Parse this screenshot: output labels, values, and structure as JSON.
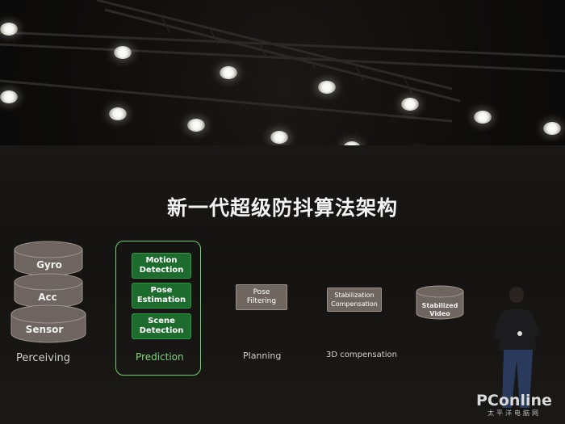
{
  "slide": {
    "title": "新一代超级防抖算法架构",
    "perceiving": {
      "items": [
        "Gyro",
        "Acc",
        "Sensor"
      ],
      "label": "Perceiving"
    },
    "prediction": {
      "items": [
        {
          "line1": "Motion",
          "line2": "Detection"
        },
        {
          "line1": "Pose",
          "line2": "Estimation"
        },
        {
          "line1": "Scene",
          "line2": "Detection"
        }
      ],
      "label": "Prediction"
    },
    "planning": {
      "line1": "Pose",
      "line2": "Filtering",
      "label": "Planning"
    },
    "compensation": {
      "line1": "Stabilization",
      "line2": "Compensation",
      "label": "3D compensation"
    },
    "output": {
      "line1": "Stabilized",
      "line2": "Video"
    }
  },
  "watermark": {
    "brand": "PConline",
    "sub": "太平洋电脑网"
  },
  "colors": {
    "prediction_green": "#1d6c2d",
    "prediction_border": "#6fd06c",
    "arrow": "#d9a8b8",
    "grey_box": "#6f6660"
  }
}
